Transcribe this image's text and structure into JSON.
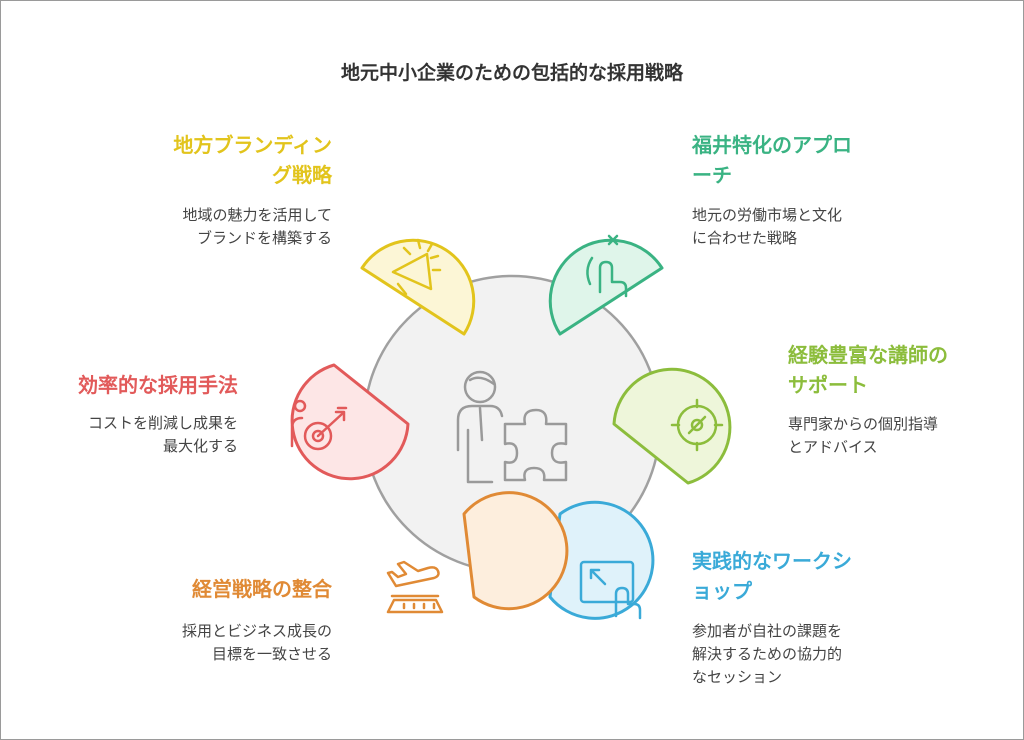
{
  "title": "地元中小企業のための包括的な採用戦略",
  "colors": {
    "yellow": "#e2c41c",
    "green": "#3ab383",
    "lime": "#8cbd3c",
    "blue": "#3aaad8",
    "orange": "#e08a35",
    "red": "#e25a5a",
    "center_fill": "#f2f2f2",
    "center_stroke": "#a0a0a0"
  },
  "items": [
    {
      "key": "yellow",
      "heading": [
        "地方ブランディン",
        "グ戦略"
      ],
      "desc": [
        "地域の魅力を活用して",
        "ブランドを構築する"
      ],
      "icon": "megaphone-icon"
    },
    {
      "key": "green",
      "heading": [
        "福井特化のアプロ",
        "ーチ"
      ],
      "desc": [
        "地元の労働市場と文化",
        "に合わせた戦略"
      ],
      "icon": "hand-tap-icon"
    },
    {
      "key": "lime",
      "heading": [
        "経験豊富な講師の",
        "サポート"
      ],
      "desc": [
        "専門家からの個別指導",
        "とアドバイス"
      ],
      "icon": "compass-icon"
    },
    {
      "key": "blue",
      "heading": [
        "実践的なワークシ",
        "ョップ"
      ],
      "desc": [
        "参加者が自社の課題を",
        "解決するための協力的",
        "なセッション"
      ],
      "icon": "touch-screen-icon"
    },
    {
      "key": "orange",
      "heading": [
        "経営戦略の整合"
      ],
      "desc": [
        "採用とビジネス成長の",
        "目標を一致させる"
      ],
      "icon": "airplane-landing-icon"
    },
    {
      "key": "red",
      "heading": [
        "効率的な採用手法"
      ],
      "desc": [
        "コストを削減し成果を",
        "最大化する"
      ],
      "icon": "target-arrow-icon"
    }
  ],
  "center_icon": "person-puzzle-icon"
}
